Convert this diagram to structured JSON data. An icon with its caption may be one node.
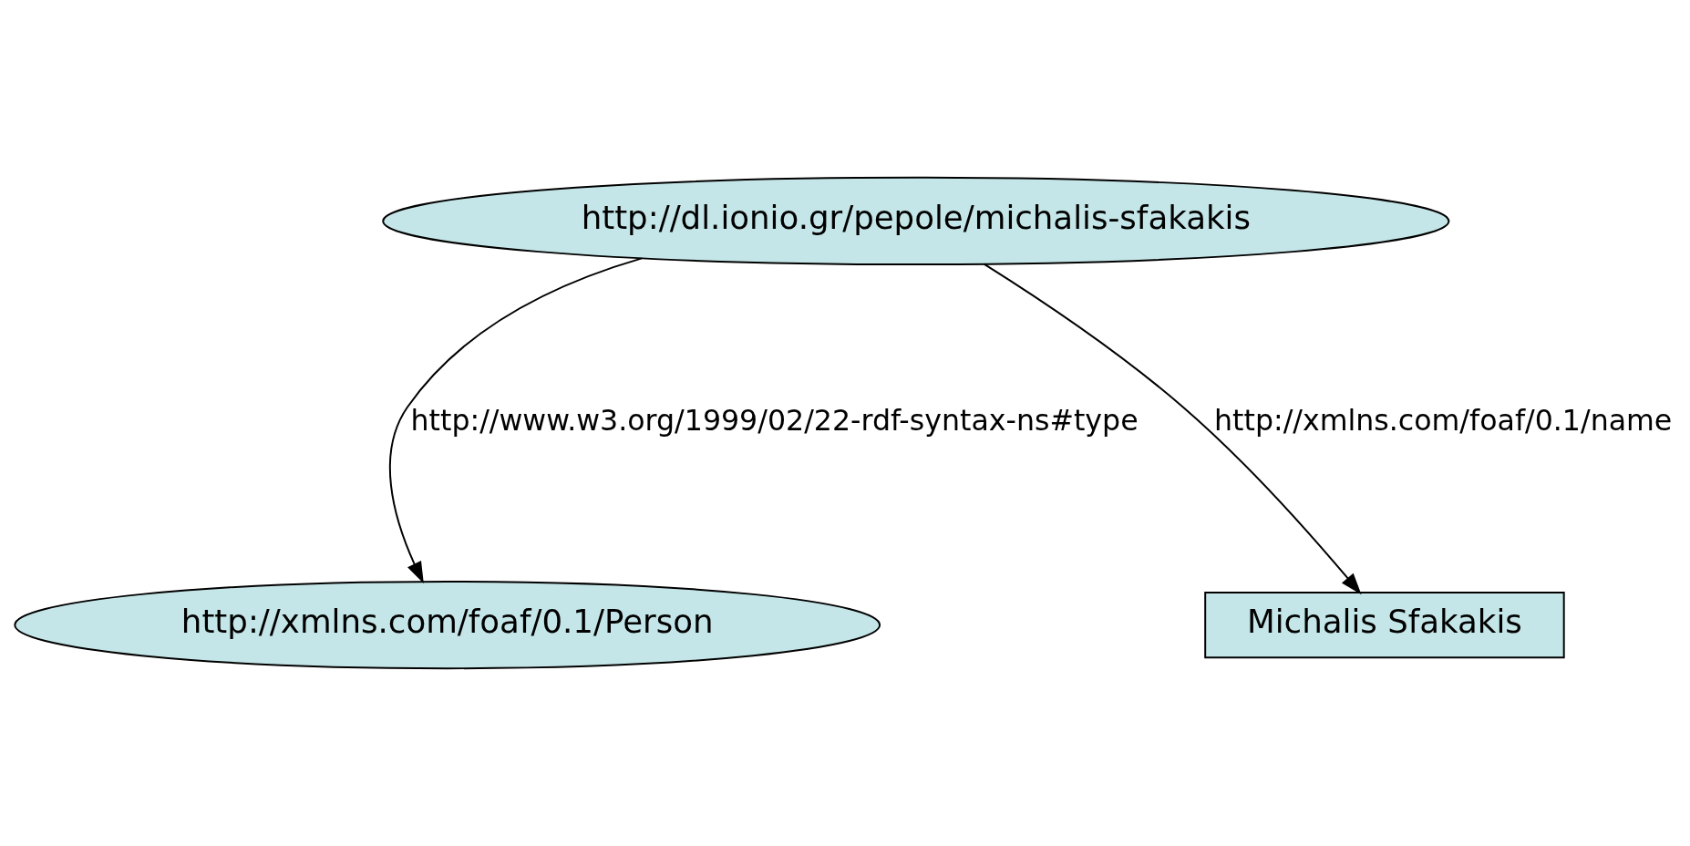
{
  "diagram": {
    "nodes": [
      {
        "text": [
          "http://dl.ionio.gr/pepole/michalis-sfakakis"
        ]
      },
      {
        "text": [
          "http://xmlns.com/foaf/0.1/Person"
        ]
      },
      {
        "text": [
          "Michalis Sfakakis"
        ]
      }
    ],
    "edges": [
      {
        "from": 0,
        "to": 1,
        "arrow": "to",
        "label": "http://www.w3.org/1999/02/22-rdf-syntax-ns#type"
      },
      {
        "from": 0,
        "to": 2,
        "arrow": "to",
        "label": "http://xmlns.com/foaf/0.1/name"
      }
    ]
  }
}
